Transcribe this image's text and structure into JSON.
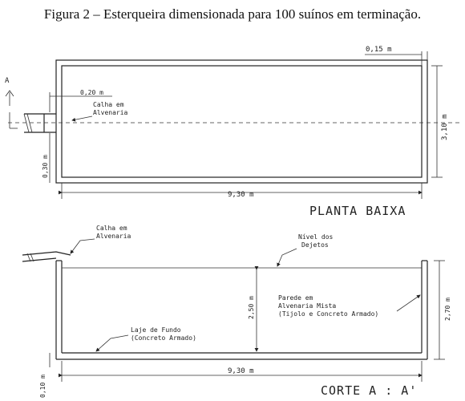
{
  "figure": {
    "caption": "Figura 2 – Esterqueira dimensionada para 100 suínos em terminação."
  },
  "plan": {
    "title": "PLANTA BAIXA",
    "section_marker": "A",
    "wall_thickness": "0,15 m",
    "channel_width": "0,20 m",
    "channel_label_1": "Calha em",
    "channel_label_2": "Alvenaria",
    "side_offset": "0,30 m",
    "width": "3,10 m",
    "length": "9,30 m"
  },
  "section": {
    "title": "CORTE A : A'",
    "channel_label_1": "Calha em",
    "channel_label_2": "Alvenaria",
    "level_label_1": "Nível dos",
    "level_label_2": "Dejetos",
    "wall_label_1": "Parede em",
    "wall_label_2": "Alvenaria Mista",
    "wall_label_3": "(Tijolo e Concreto Armado)",
    "slab_label_1": "Laje de Fundo",
    "slab_label_2": "(Concreto Armado)",
    "depth": "2,50 m",
    "wall_height": "2,70 m",
    "slab_thickness": "0,10 m",
    "length": "9,30 m"
  }
}
